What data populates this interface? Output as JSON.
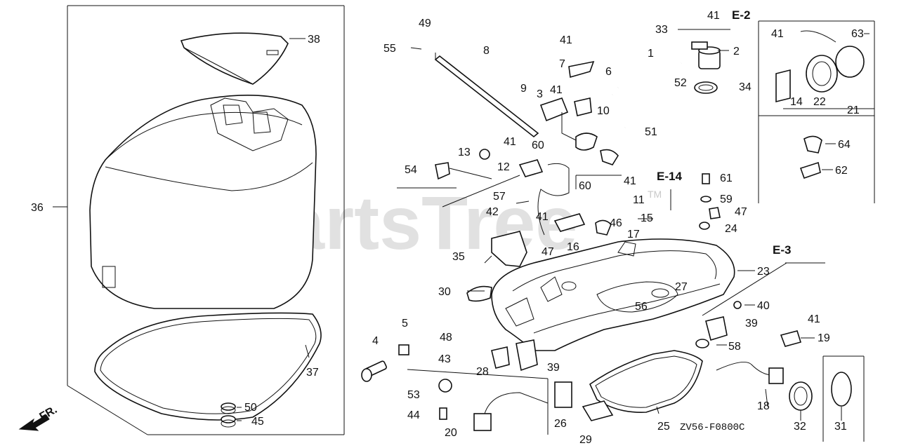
{
  "watermark": "PartsTree",
  "trademark": "TM",
  "diagram_code": "ZV56-F0800C",
  "front_indicator": "FR.",
  "section_refs": {
    "e2": "E-2",
    "e3": "E-3",
    "e14": "E-14"
  },
  "callouts": {
    "c1": "1",
    "c2": "2",
    "c3": "3",
    "c4": "4",
    "c5": "5",
    "c6": "6",
    "c7": "7",
    "c8": "8",
    "c9": "9",
    "c10": "10",
    "c11": "11",
    "c12": "12",
    "c13": "13",
    "c14": "14",
    "c15": "15",
    "c16": "16",
    "c17": "17",
    "c18": "18",
    "c19": "19",
    "c20": "20",
    "c21": "21",
    "c22": "22",
    "c23": "23",
    "c24": "24",
    "c25": "25",
    "c26": "26",
    "c27": "27",
    "c28": "28",
    "c29": "29",
    "c30": "30",
    "c31": "31",
    "c32": "32",
    "c33": "33",
    "c34": "34",
    "c35": "35",
    "c36": "36",
    "c37": "37",
    "c38": "38",
    "c39a": "39",
    "c39b": "39",
    "c40": "40",
    "c41a": "41",
    "c41b": "41",
    "c41c": "41",
    "c41d": "41",
    "c41e": "41",
    "c41f": "41",
    "c41g": "41",
    "c41h": "41",
    "c42": "42",
    "c43": "43",
    "c44": "44",
    "c45": "45",
    "c46": "46",
    "c47a": "47",
    "c47b": "47",
    "c48": "48",
    "c49": "49",
    "c50": "50",
    "c51": "51",
    "c52": "52",
    "c53": "53",
    "c54": "54",
    "c55": "55",
    "c56": "56",
    "c57": "57",
    "c58": "58",
    "c59": "59",
    "c60a": "60",
    "c60b": "60",
    "c61": "61",
    "c62": "62",
    "c63": "63",
    "c64": "64"
  }
}
